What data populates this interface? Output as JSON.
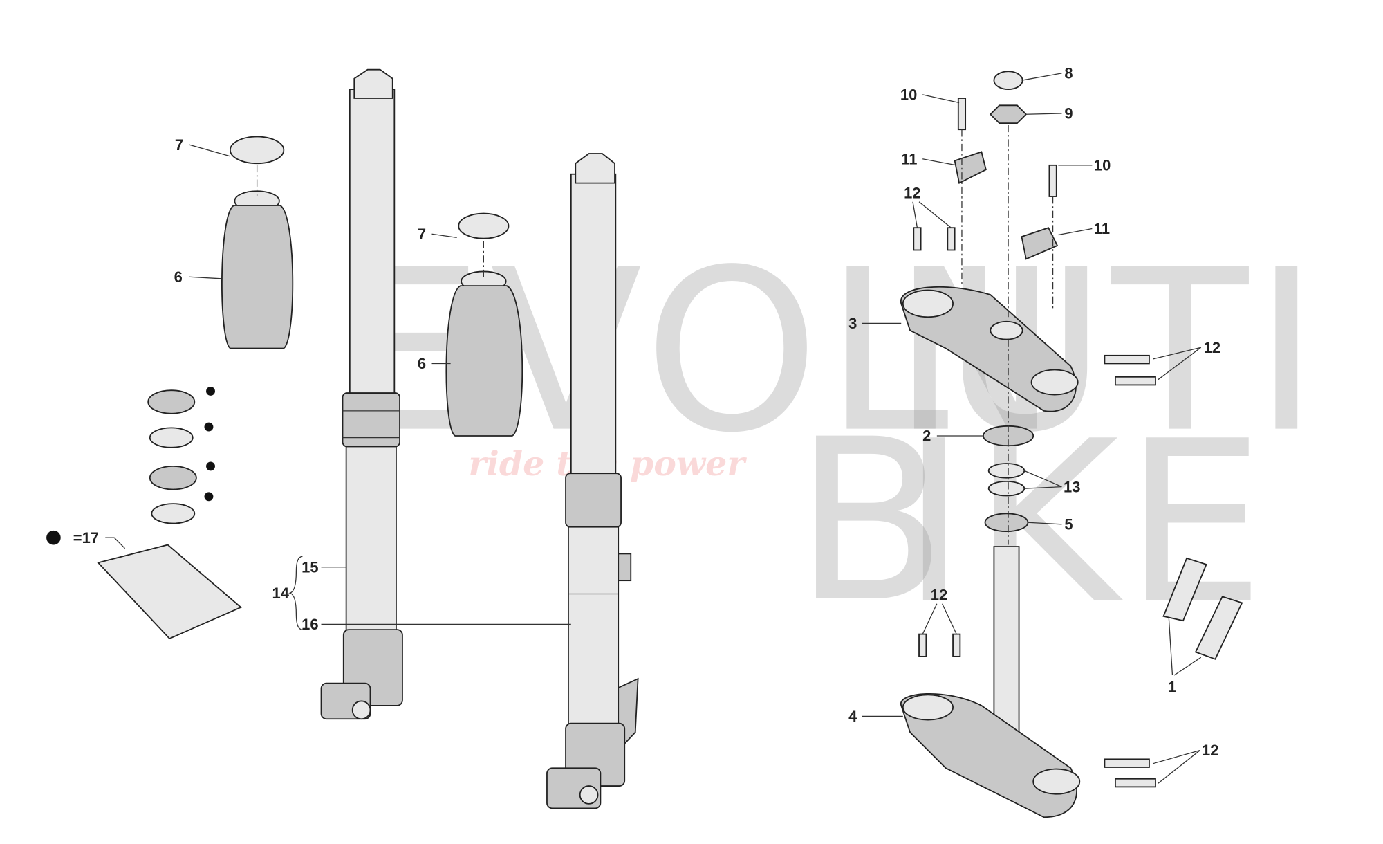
{
  "watermark": {
    "brand_line1": "EVOLUTI",
    "brand_line2": "N",
    "brand_letter": "B",
    "brand_line3": "IKE",
    "tagline": "ride the power"
  },
  "callouts": {
    "c7a": "7",
    "c6a": "6",
    "c7b": "7",
    "c6b": "6",
    "c17": "=17",
    "c15": "15",
    "c14": "14",
    "c16": "16",
    "c10a": "10",
    "c8": "8",
    "c9": "9",
    "c11a": "11",
    "c10b": "10",
    "c12a": "12",
    "c11b": "11",
    "c3": "3",
    "c12b": "12",
    "c2": "2",
    "c13": "13",
    "c5": "5",
    "c12c": "12",
    "c1": "1",
    "c4": "4",
    "c12d": "12"
  }
}
